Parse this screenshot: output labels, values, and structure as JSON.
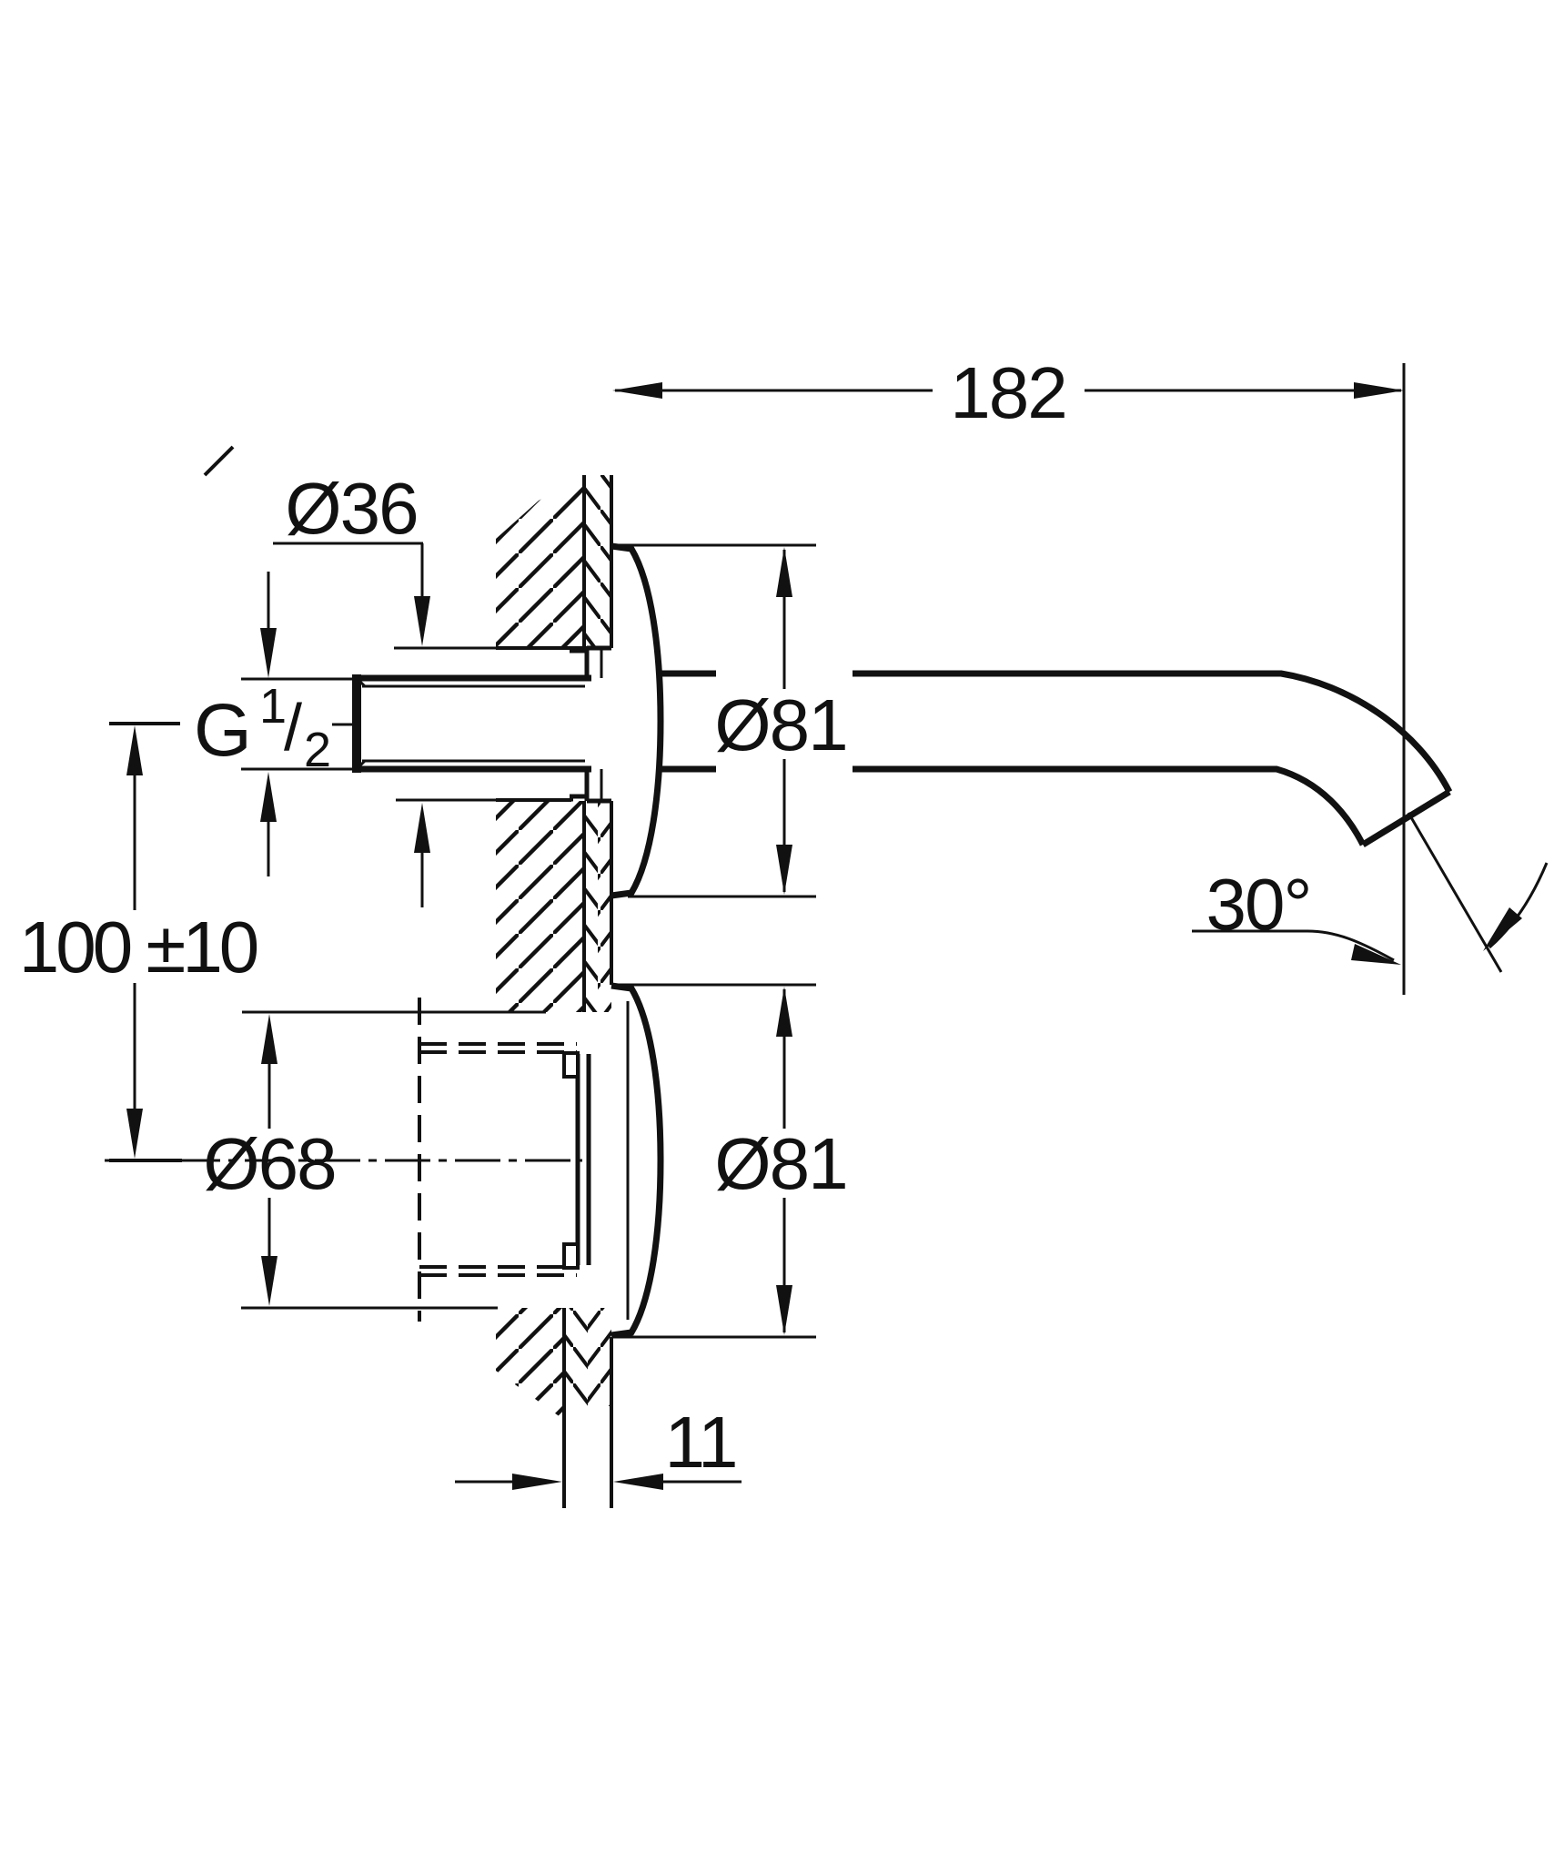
{
  "drawing": {
    "type": "technical-dimension-drawing",
    "subject": "wall-mounted-basin-spout-side-section",
    "units_hint": "mm",
    "dimensions": {
      "spout_projection": "182",
      "wall_hole_diameter": "Ø36",
      "thread": {
        "prefix": "G",
        "numerator": "1",
        "slash": "/",
        "denominator": "2"
      },
      "upper_escutcheon_diameter": "Ø81",
      "vertical_offset": "100 ±10",
      "concealed_valve_diameter": "Ø68",
      "lower_escutcheon_diameter": "Ø81",
      "spout_outlet_angle": "30°",
      "wall_finish_thickness": "11"
    },
    "colors": {
      "line": "#111111",
      "background": "#ffffff"
    }
  }
}
